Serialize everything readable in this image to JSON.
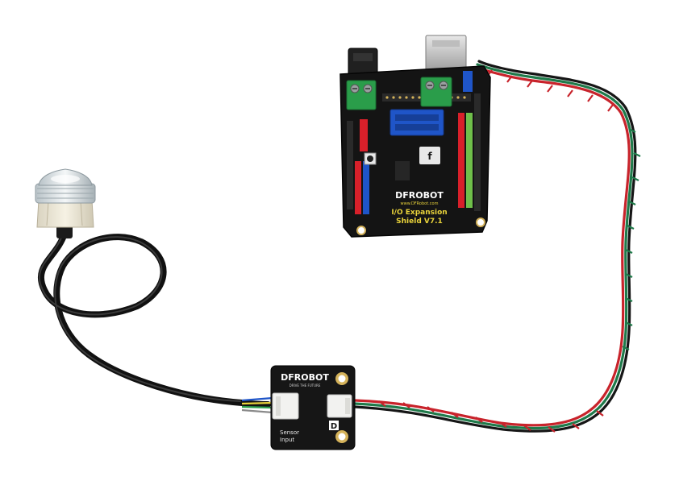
{
  "shield": {
    "brand": "DFROBOT",
    "website": "www.DFRobot.com",
    "title_line1": "I/O Expansion",
    "title_line2": "Shield V7.1"
  },
  "adapter": {
    "brand": "DFROBOT",
    "tagline": "DRIVE THE FUTURE",
    "label_line1": "Sensor",
    "label_line2": "Input",
    "type_marker": "D"
  },
  "colors": {
    "pcb": "#1a1a1a",
    "terminal": "#2a9d4a",
    "header_red": "#d8202a",
    "header_green": "#6fbf4a",
    "header_blue": "#1f55c8",
    "wire_red": "#c8232b",
    "wire_green": "#1f7a4a",
    "wire_black": "#161616"
  }
}
